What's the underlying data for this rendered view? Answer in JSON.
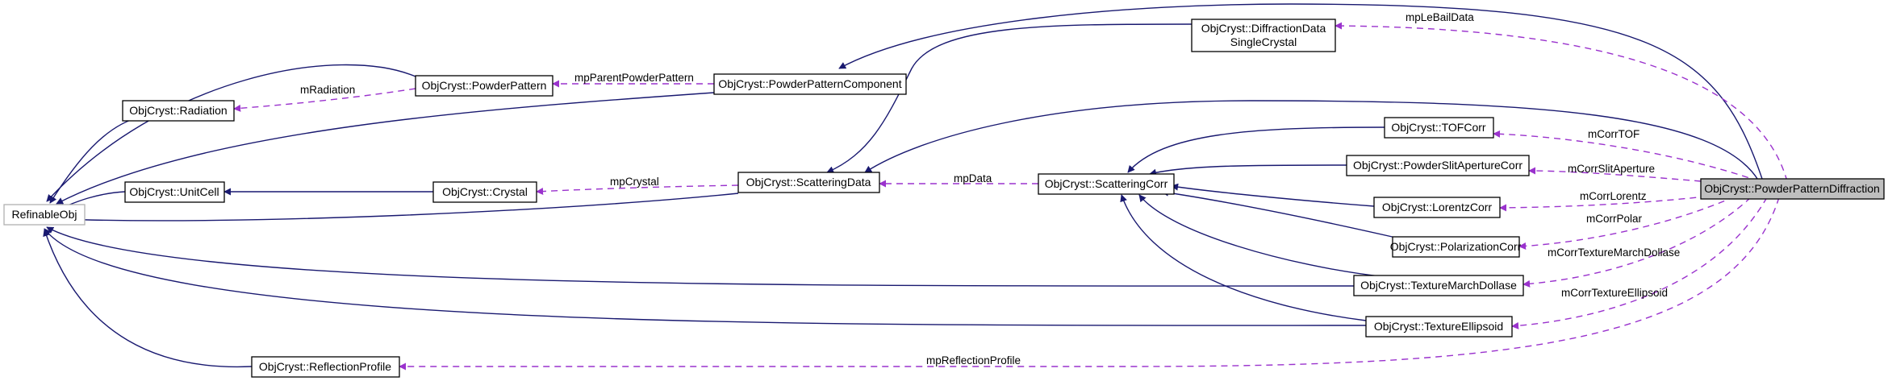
{
  "nodes": {
    "refinableobj": "RefinableObj",
    "radiation": "ObjCryst::Radiation",
    "powderpattern": "ObjCryst::PowderPattern",
    "powderpatterncomponent": "ObjCryst::PowderPatternComponent",
    "diffractiondata_line1": "ObjCryst::DiffractionData",
    "diffractiondata_line2": "SingleCrystal",
    "unitcell": "ObjCryst::UnitCell",
    "crystal": "ObjCryst::Crystal",
    "scatteringdata": "ObjCryst::ScatteringData",
    "scatteringcorr": "ObjCryst::ScatteringCorr",
    "tofcorr": "ObjCryst::TOFCorr",
    "powderslitaperturecorr": "ObjCryst::PowderSlitApertureCorr",
    "lorentzcorr": "ObjCryst::LorentzCorr",
    "polarizationcorr": "ObjCryst::PolarizationCorr",
    "texturemarchdollase": "ObjCryst::TextureMarchDollase",
    "textureellipsoid": "ObjCryst::TextureEllipsoid",
    "reflectionprofile": "ObjCryst::ReflectionProfile",
    "powderpatterndiffraction": "ObjCryst::PowderPatternDiffraction"
  },
  "edge_labels": {
    "mRadiation": "mRadiation",
    "mpParentPowderPattern": "mpParentPowderPattern",
    "mpCrystal": "mpCrystal",
    "mpData": "mpData",
    "mpLeBailData": "mpLeBailData",
    "mCorrTOF": "mCorrTOF",
    "mCorrSlitAperture": "mCorrSlitAperture",
    "mCorrLorentz": "mCorrLorentz",
    "mCorrPolar": "mCorrPolar",
    "mCorrTextureMarchDollase": "mCorrTextureMarchDollase",
    "mCorrTextureEllipsoid": "mCorrTextureEllipsoid",
    "mpReflectionProfile": "mpReflectionProfile"
  },
  "colors": {
    "inheritance_edge": "#191970",
    "member_edge": "#9a32cd",
    "focus_node_fill": "#bfbfbf",
    "base_node_border": "#b0b0b0"
  }
}
